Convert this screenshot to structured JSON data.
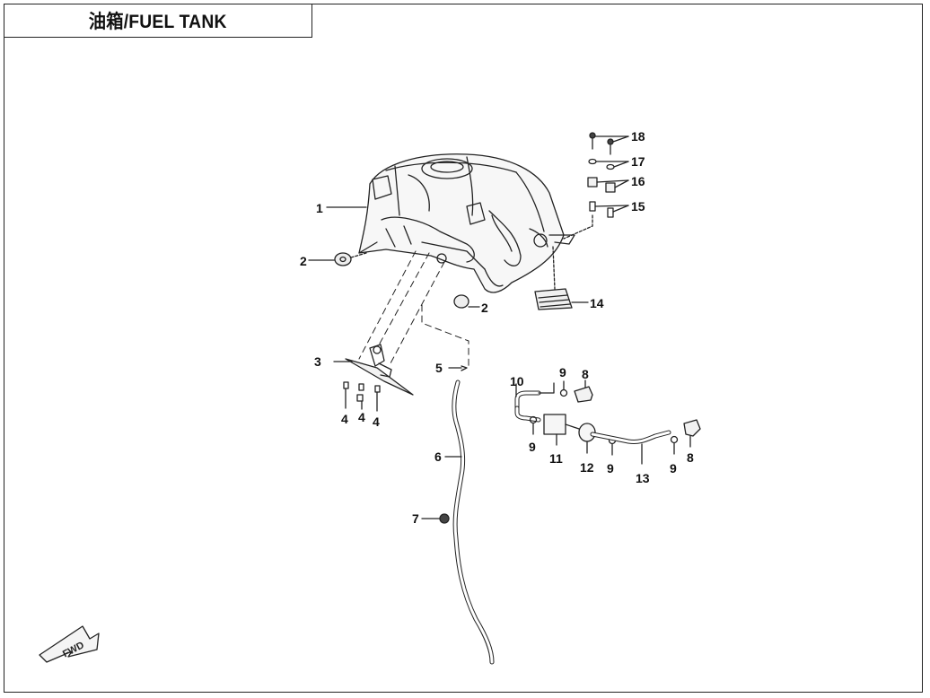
{
  "title": "油箱/FUEL TANK",
  "fwd_label": "FWD",
  "callouts": {
    "c1": "1",
    "c2a": "2",
    "c2b": "2",
    "c3": "3",
    "c4a": "4",
    "c4b": "4",
    "c4c": "4",
    "c5": "5",
    "c6": "6",
    "c7": "7",
    "c8a": "8",
    "c8b": "8",
    "c9a": "9",
    "c9b": "9",
    "c9c": "9",
    "c9d": "9",
    "c10": "10",
    "c11": "11",
    "c12": "12",
    "c13": "13",
    "c14": "14",
    "c15": "15",
    "c16": "16",
    "c17": "17",
    "c18": "18"
  }
}
